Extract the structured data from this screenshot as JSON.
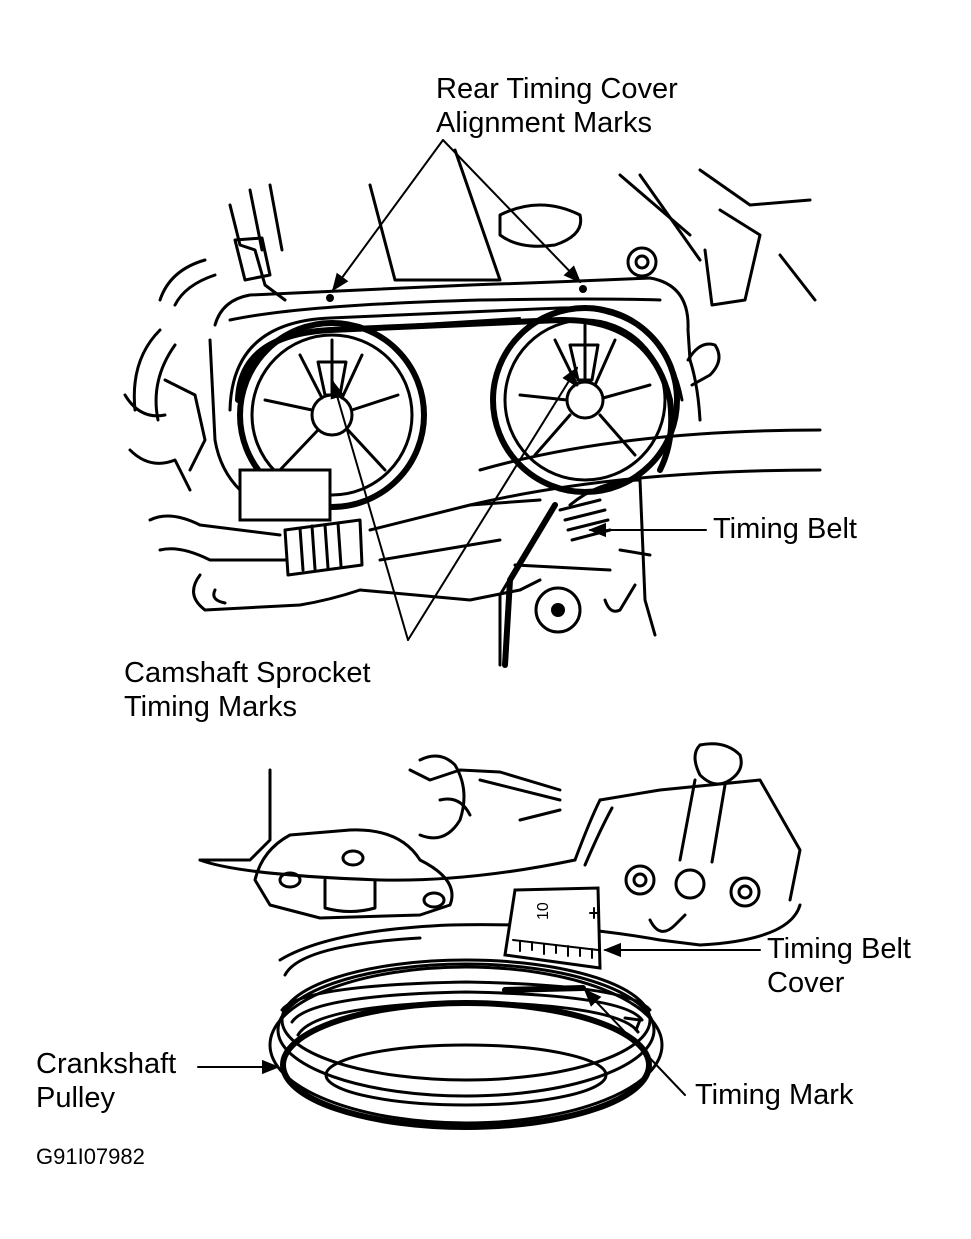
{
  "labels": {
    "rear_timing_cover_line1": "Rear Timing Cover",
    "rear_timing_cover_line2": "Alignment Marks",
    "timing_belt": "Timing Belt",
    "camshaft_line1": "Camshaft Sprocket",
    "camshaft_line2": "Timing Marks",
    "timing_belt_cover_line1": "Timing Belt",
    "timing_belt_cover_line2": "Cover",
    "crankshaft_line1": "Crankshaft",
    "crankshaft_line2": "Pulley",
    "timing_mark": "Timing Mark",
    "scale_value": "10"
  },
  "figure_code": "G91I07982"
}
